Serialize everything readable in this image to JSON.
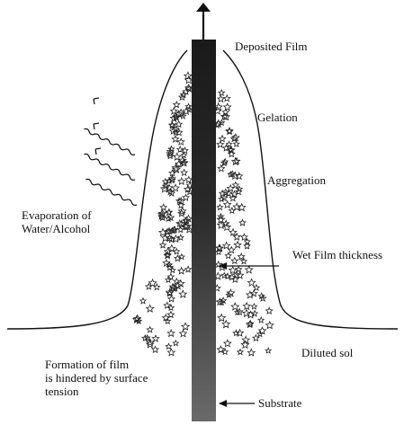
{
  "diagram": {
    "labels": {
      "deposited_film": "Deposited Film",
      "gelation": "Gelation",
      "aggregation": "Aggregation",
      "evaporation_line1": "Evaporation of",
      "evaporation_line2": "Water/Alcohol",
      "wet_film_thickness": "Wet Film thickness",
      "diluted_sol": "Diluted sol",
      "formation_line1": "Formation of film",
      "formation_line2": "is hindered by surface",
      "formation_line3": "tension",
      "substrate": "Substrate"
    },
    "colors": {
      "line": "#111111",
      "substrate_dark": "#1a1a1a",
      "substrate_light": "#6a6a6a",
      "particles": "#222222"
    }
  }
}
